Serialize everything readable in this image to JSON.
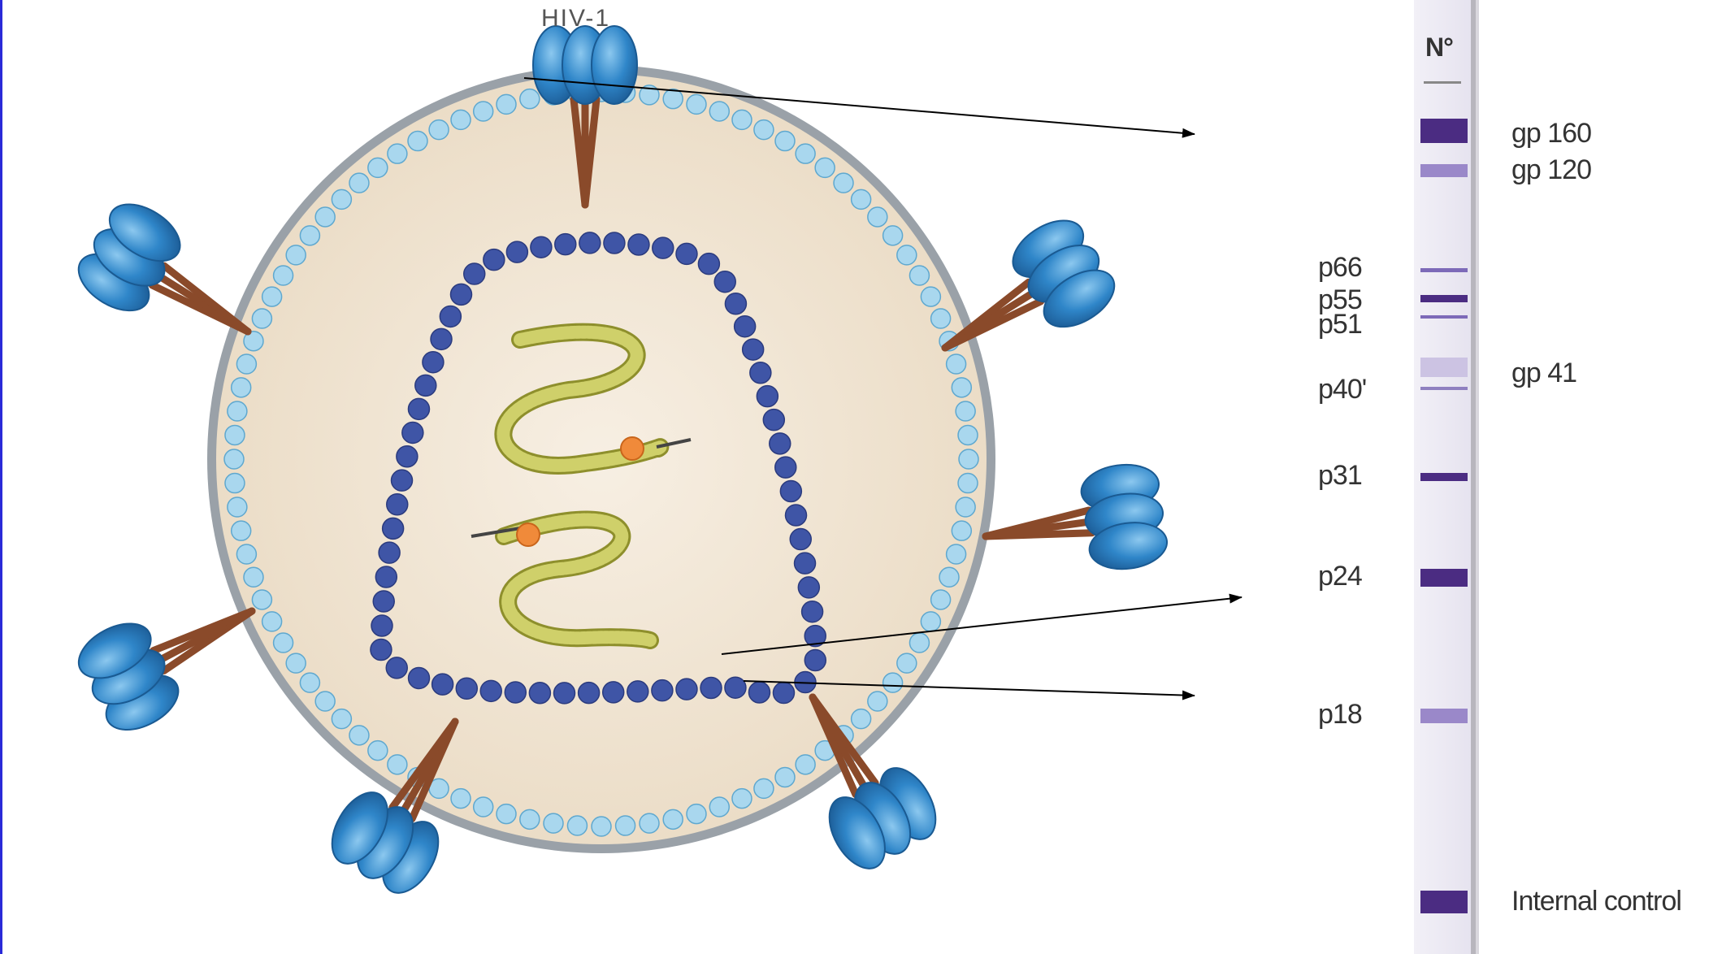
{
  "diagram": {
    "title": "HIV-1",
    "strip": {
      "header": "N°",
      "bands_left": [
        {
          "label": "p66"
        },
        {
          "label": "p55"
        },
        {
          "label": "p51"
        },
        {
          "label": "p40'"
        },
        {
          "label": "p31"
        },
        {
          "label": "p24"
        },
        {
          "label": "p18"
        }
      ],
      "bands_right": [
        {
          "label": "gp 160"
        },
        {
          "label": "gp 120"
        },
        {
          "label": "gp 41"
        },
        {
          "label": "Internal control"
        }
      ]
    },
    "colors": {
      "envelope_protein": "#2f86c9",
      "envelope_stalk": "#8a4a2a",
      "membrane_bead": "#a9d7ee",
      "capsid_bead": "#3f55a6",
      "rna": "#cfd06a",
      "enzyme": "#f08a3a",
      "virion_fill": "#f3e8d7",
      "virion_edge": "#9aa1a8",
      "band_dark": "#4b2c82",
      "band_light": "#9a88c9"
    }
  }
}
